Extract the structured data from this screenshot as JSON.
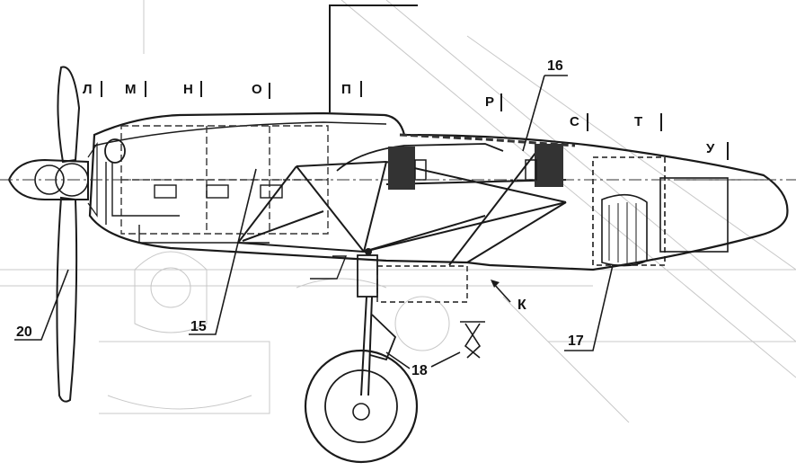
{
  "section_labels": [
    {
      "key": "L",
      "text": "Л"
    },
    {
      "key": "M",
      "text": "М"
    },
    {
      "key": "N",
      "text": "Н"
    },
    {
      "key": "O",
      "text": "О"
    },
    {
      "key": "P",
      "text": "П"
    },
    {
      "key": "R",
      "text": "Р"
    },
    {
      "key": "S",
      "text": "С"
    },
    {
      "key": "T",
      "text": "Т"
    },
    {
      "key": "U",
      "text": "У"
    }
  ],
  "callouts": {
    "c15": "15",
    "c16": "16",
    "c17": "17",
    "c18": "18",
    "c20": "20",
    "cK": "К"
  },
  "colors": {
    "ink": "#1a1a1a",
    "faint": "#c8c8c8",
    "background": "#ffffff"
  }
}
